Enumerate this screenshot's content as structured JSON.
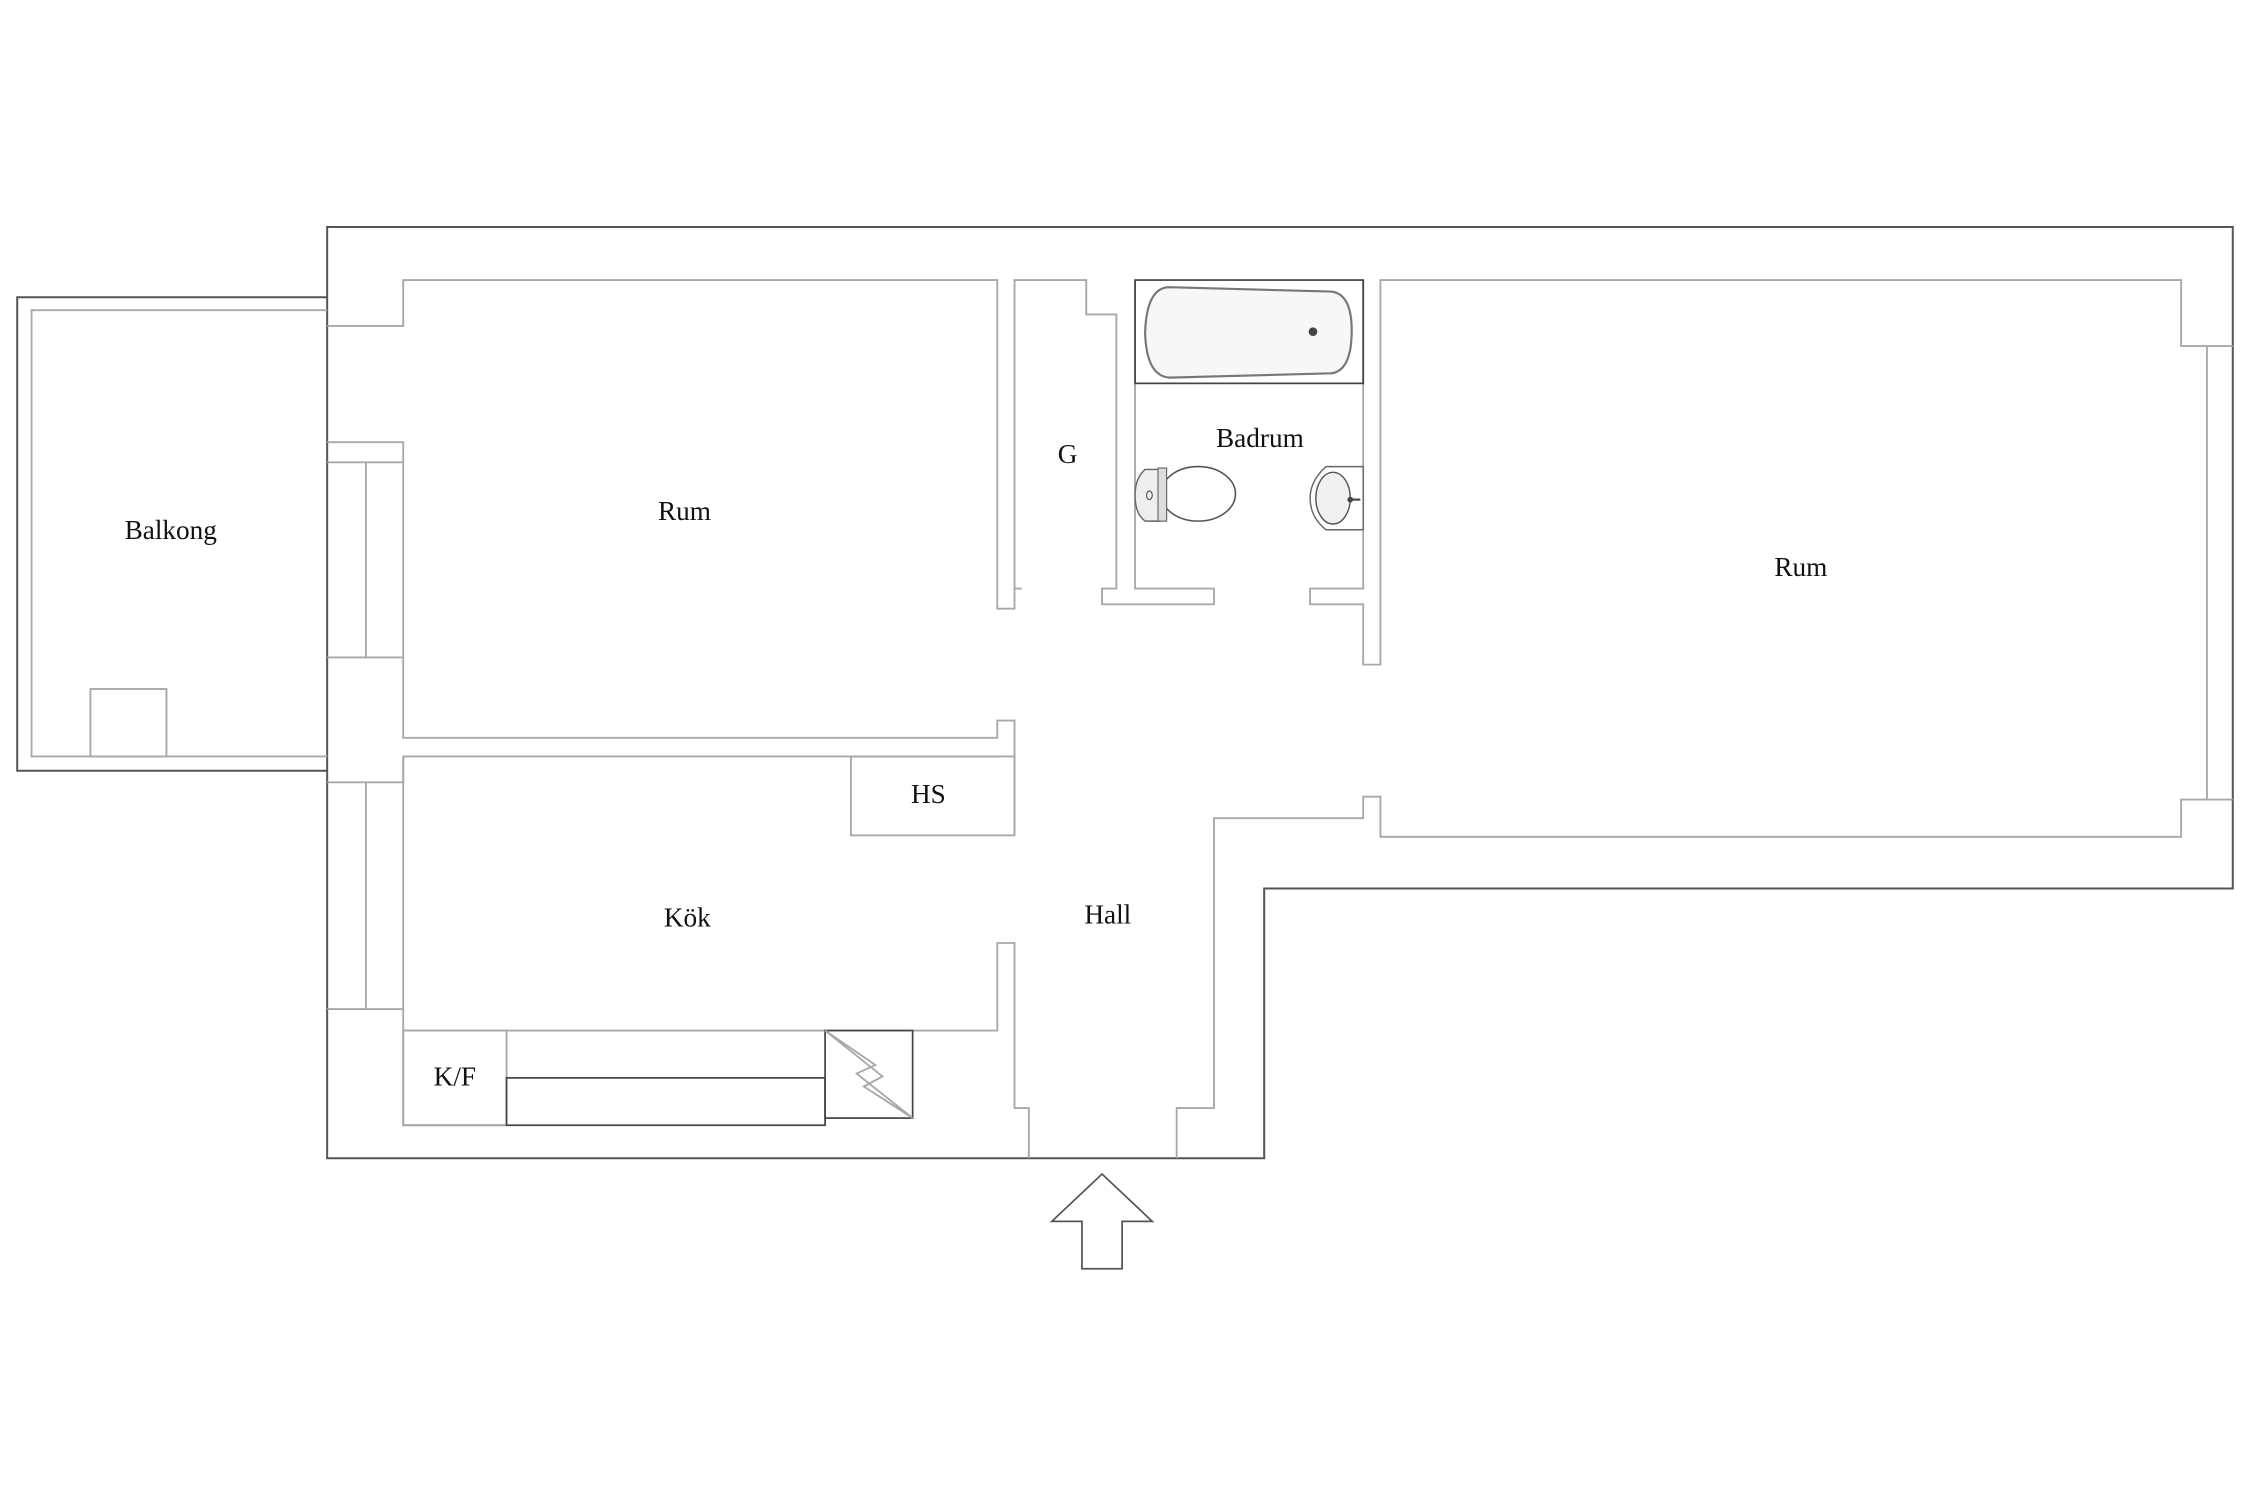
{
  "floorplan": {
    "rooms": {
      "balcony": "Balkong",
      "room_left": "Rum",
      "wardrobe": "G",
      "bathroom": "Badrum",
      "room_right": "Rum",
      "hs": "HS",
      "kitchen": "Kök",
      "hall": "Hall",
      "fridge_freezer": "K/F"
    },
    "colors": {
      "wall": "#555555",
      "inner_wall": "#a8a8a8",
      "text": "#111111"
    }
  }
}
